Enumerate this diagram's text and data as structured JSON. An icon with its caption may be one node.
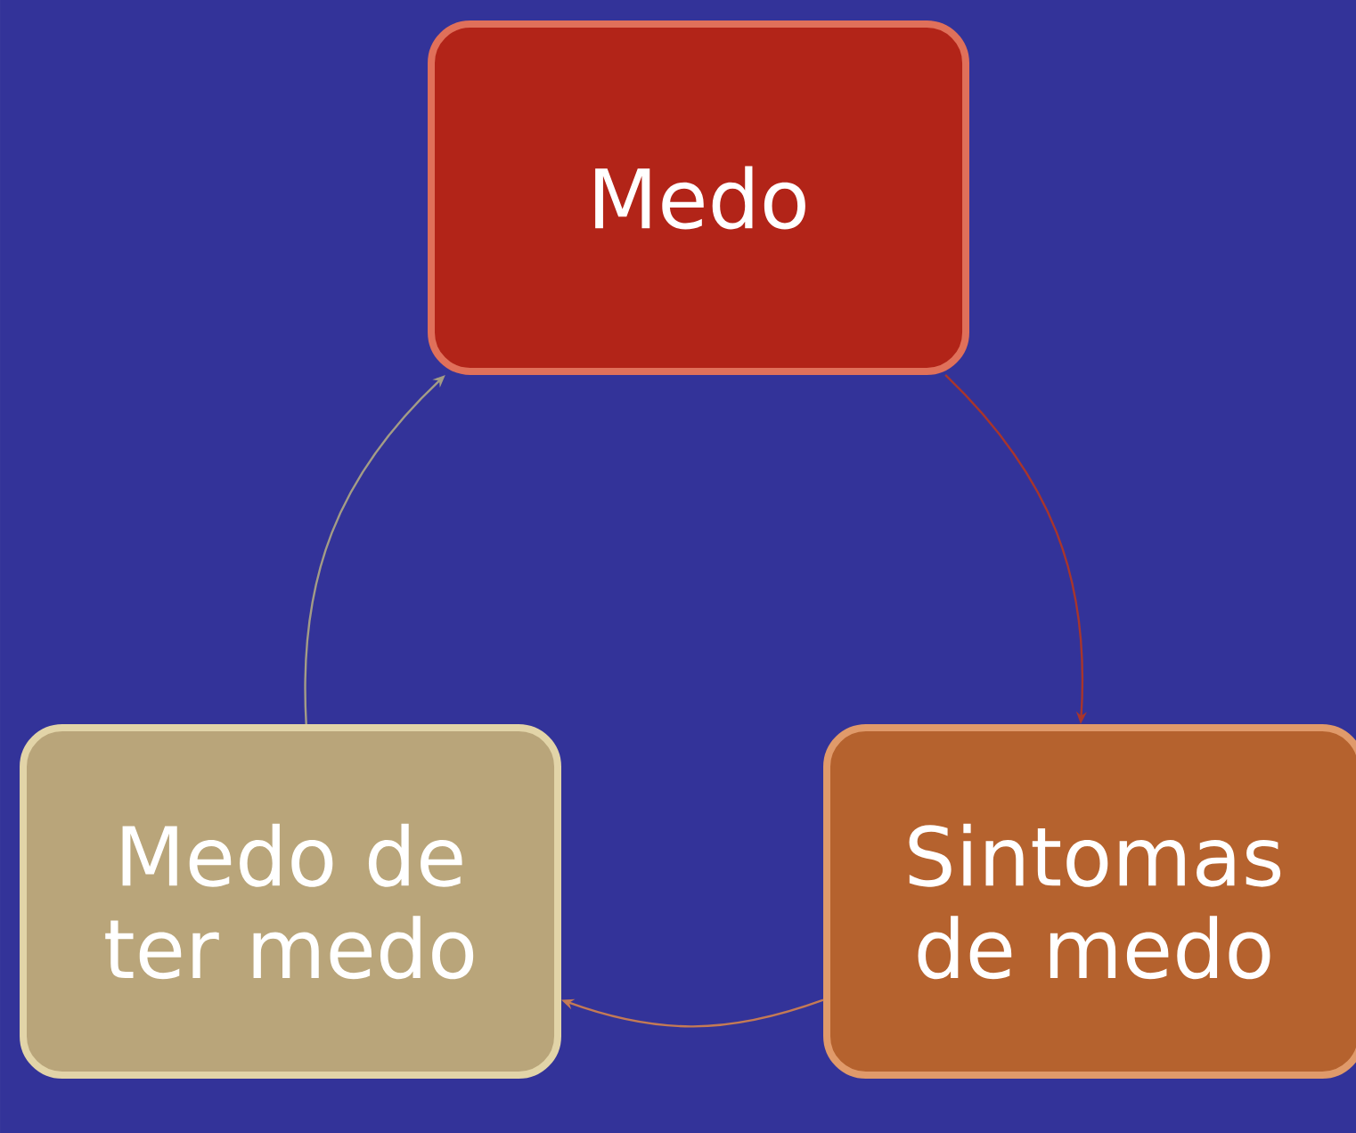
{
  "diagram": {
    "nodes": [
      {
        "text": [
          "Medo"
        ]
      },
      {
        "text": [
          "Sintomas de medo"
        ]
      },
      {
        "text": [
          "Medo de ter medo"
        ]
      }
    ],
    "edges": [
      {
        "from": 0,
        "to": 1,
        "arrow": "to",
        "color": "#a8352c"
      },
      {
        "from": 1,
        "to": 2,
        "arrow": "to",
        "color": "#c47a55"
      },
      {
        "from": 2,
        "to": 0,
        "arrow": "to",
        "color": "#a39c86"
      }
    ]
  }
}
